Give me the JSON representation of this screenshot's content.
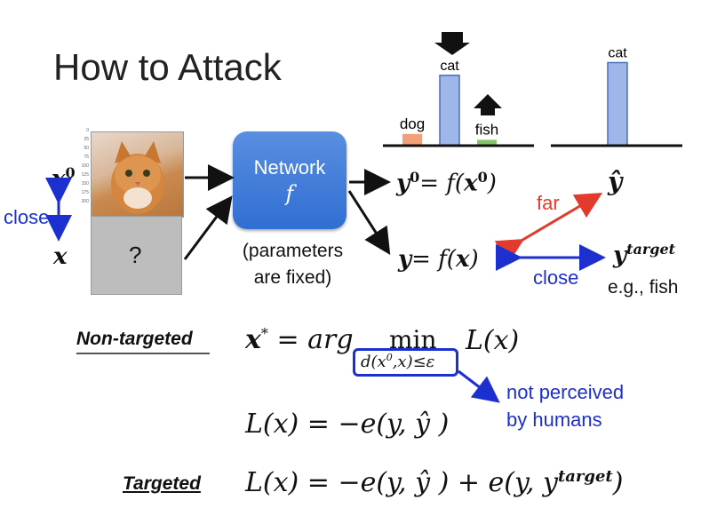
{
  "title": "How to Attack",
  "inputs": {
    "x0_base": "x",
    "x0_sup": "0",
    "x": "x",
    "close_left": "close",
    "question": "?",
    "cat_ticks": [
      "0",
      "25",
      "50",
      "75",
      "100",
      "125",
      "150",
      "175",
      "200"
    ]
  },
  "network": {
    "label": "Network",
    "func": "f",
    "note_line1": "(parameters",
    "note_line2": "are fixed)"
  },
  "outputs": {
    "y0_eq": "= f(",
    "y0_x": "x",
    "y0_sup": "0",
    "y_eq": "= f(",
    "y_x": "x",
    "paren": ")",
    "yhat": "ŷ",
    "far": "far",
    "close_right": "close",
    "ytarget_base": "y",
    "ytarget_sup": "target",
    "eg": "e.g., fish"
  },
  "bar_chart": {
    "labels": [
      "dog",
      "cat",
      "fish"
    ],
    "values": [
      0.12,
      0.72,
      0.06
    ],
    "colors": [
      "#f2a07a",
      "#9fb7e8",
      "#86c56e"
    ]
  },
  "target_chart": {
    "labels": [
      "cat"
    ],
    "values": [
      0.85
    ]
  },
  "equations": {
    "non_targeted_label": "Non-targeted",
    "xstar": "x",
    "star": "*",
    "eq1": "= arg",
    "min": "min",
    "Lx": "L(x)",
    "constraint": "d(x",
    "constraint_sup": "0",
    "constraint_rest": ",x)≤ε",
    "not_perceived_1": "not perceived",
    "not_perceived_2": "by humans",
    "loss_nt": "L(x) = −e(y, ŷ )",
    "targeted_label": "Targeted",
    "loss_t_a": "L(x) = −e(y, ŷ ) + e(y, y",
    "loss_t_sup": "target",
    "loss_t_b": ")"
  },
  "colors": {
    "network_blue": "#2f6ed3",
    "arrow_red": "#e23a2c",
    "arrow_blue": "#1c2fcf"
  }
}
